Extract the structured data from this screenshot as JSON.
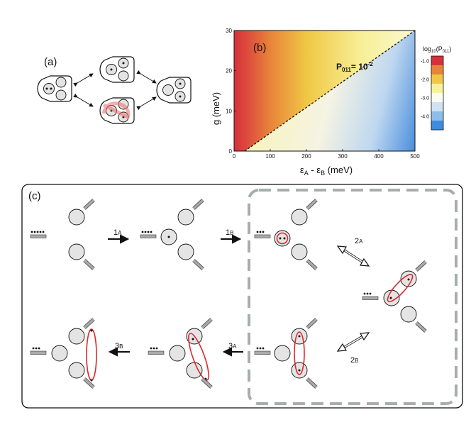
{
  "panel_a": {
    "label": "(a)"
  },
  "panel_b": {
    "label": "(b)",
    "ylabel": "g (meV)",
    "xlabel": "ε",
    "xlabel_sub_a": "A",
    "xlabel_mid": " - ε",
    "xlabel_sub_b": "B",
    "xlabel_tail": " (meV)",
    "contour_label_main": "P",
    "contour_label_sub": "011",
    "contour_label_eq": "= 10",
    "contour_label_exp": "-2",
    "cbar_title_main": "log",
    "cbar_title_sub": "10",
    "cbar_title_tail": "(P",
    "cbar_title_sub2": "011",
    "cbar_title_end": ")"
  },
  "panel_c": {
    "label": "(c)",
    "step_1a": "1",
    "step_1a_sub": "A",
    "step_1b": "1",
    "step_1b_sub": "B",
    "step_2a": "2",
    "step_2a_sub": "A",
    "step_2b": "2",
    "step_2b_sub": "B",
    "step_3a": "3",
    "step_3a_sub": "A",
    "step_3b": "3",
    "step_3b_sub": "B"
  },
  "chart_data": {
    "type": "heatmap",
    "xlabel": "εA - εB (meV)",
    "ylabel": "g (meV)",
    "xlim": [
      0,
      500
    ],
    "ylim": [
      0,
      30
    ],
    "xticks": [
      0,
      100,
      200,
      300,
      400,
      500
    ],
    "yticks": [
      0,
      10,
      20,
      30
    ],
    "contour": {
      "label": "P011 = 10^-2",
      "from": [
        30,
        0
      ],
      "to": [
        500,
        30
      ]
    },
    "colorbar": {
      "title": "log10(P011)",
      "ticks": [
        "-1.0",
        "-2.0",
        "-3.0",
        "-4.0"
      ],
      "colors": [
        "#d7303c",
        "#e8843a",
        "#f0c744",
        "#f7f0a0",
        "#fbfbf0",
        "#cfe2f3",
        "#8fbdea",
        "#3f8be0"
      ]
    }
  }
}
